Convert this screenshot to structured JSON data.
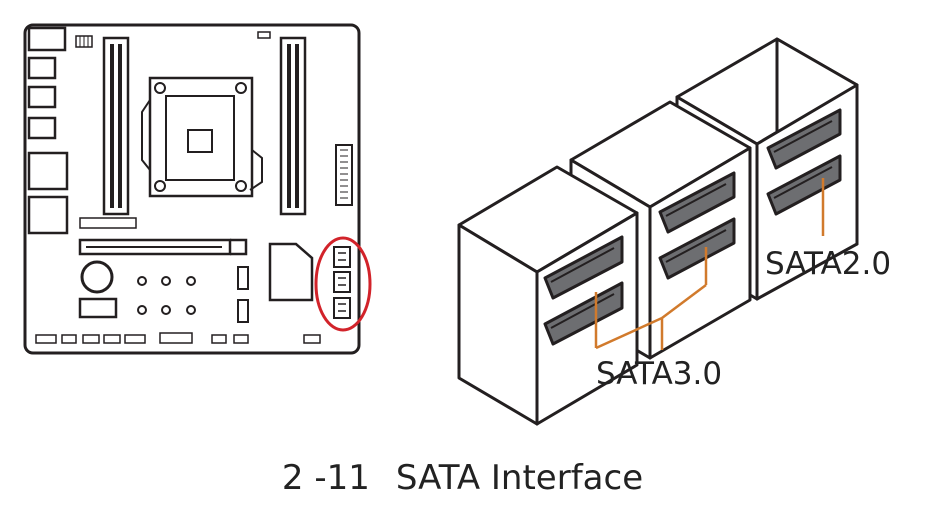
{
  "labels": {
    "sata2": "SATA2.0",
    "sata3": "SATA3.0"
  },
  "caption": {
    "number": "2 -11",
    "title": "SATA Interface"
  },
  "colors": {
    "outline": "#231f20",
    "port_fill": "#6d6e71",
    "leader": "#d17a2c",
    "highlight": "#d2232a"
  },
  "icons": [
    "motherboard-icon",
    "sata-connector-block-icon"
  ]
}
